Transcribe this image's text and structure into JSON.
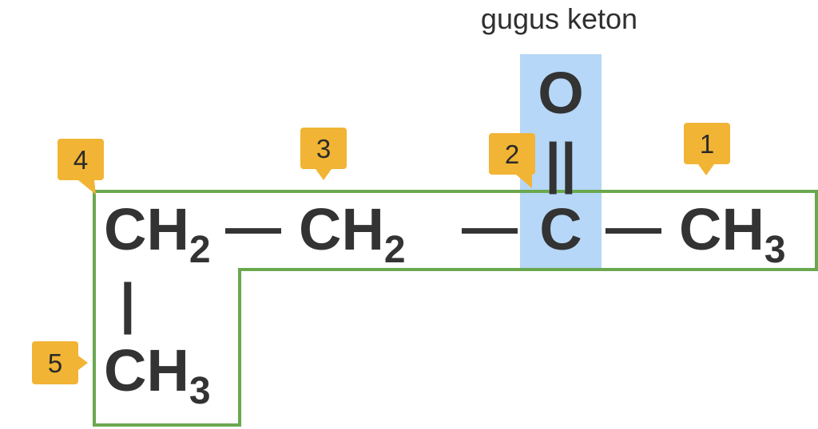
{
  "group_label": "gugus keton",
  "colors": {
    "frame": "#6aa84f",
    "highlight": "#b6d7f7",
    "badge": "#f1b434",
    "text": "#333333"
  },
  "oxygen": "O",
  "double_bond": "||",
  "bonds": {
    "b1": "—",
    "b2": "—",
    "b3": "—",
    "vertical": "|"
  },
  "atoms": {
    "c4": {
      "main": "CH",
      "sub": "2"
    },
    "c3": {
      "main": "CH",
      "sub": "2"
    },
    "c2": {
      "main": "C",
      "sub": ""
    },
    "c1": {
      "main": "CH",
      "sub": "3"
    },
    "c5": {
      "main": "CH",
      "sub": "3"
    }
  },
  "badges": [
    "1",
    "2",
    "3",
    "4",
    "5"
  ]
}
